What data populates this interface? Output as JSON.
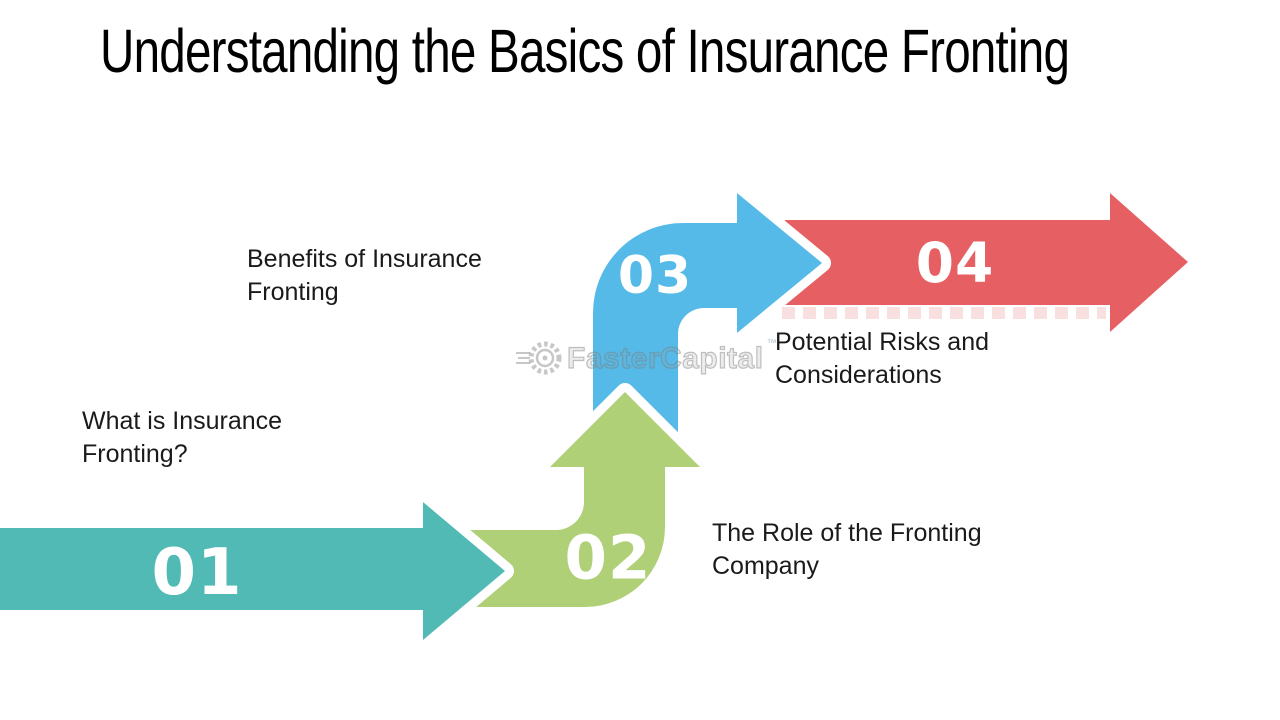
{
  "title": "Understanding the Basics of Insurance Fronting",
  "watermark": {
    "text": "FasterCapital",
    "tm": "™"
  },
  "steps": [
    {
      "number": "01",
      "color": "#52BAB5",
      "lines": [
        "What is Insurance",
        "Fronting?"
      ]
    },
    {
      "number": "02",
      "color": "#AFD077",
      "lines": [
        "The Role of the Fronting",
        "Company"
      ]
    },
    {
      "number": "03",
      "color": "#55BAE8",
      "lines": [
        "Benefits of Insurance",
        "Fronting"
      ]
    },
    {
      "number": "04",
      "color": "#E55F63",
      "lines": [
        "Potential Risks and",
        "Considerations"
      ]
    }
  ]
}
